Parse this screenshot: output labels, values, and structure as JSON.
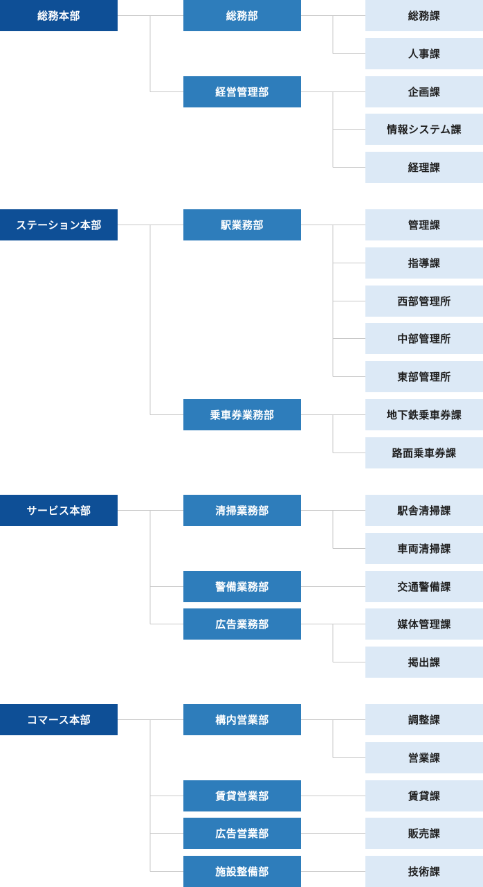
{
  "org": [
    {
      "name": "総務本部",
      "departments": [
        {
          "name": "総務部",
          "sections": [
            "総務課",
            "人事課"
          ]
        },
        {
          "name": "経営管理部",
          "sections": [
            "企画課",
            "情報システム課",
            "経理課"
          ]
        }
      ]
    },
    {
      "name": "ステーション本部",
      "departments": [
        {
          "name": "駅業務部",
          "sections": [
            "管理課",
            "指導課",
            "西部管理所",
            "中部管理所",
            "東部管理所"
          ]
        },
        {
          "name": "乗車券業務部",
          "sections": [
            "地下鉄乗車券課",
            "路面乗車券課"
          ]
        }
      ]
    },
    {
      "name": "サービス本部",
      "departments": [
        {
          "name": "清掃業務部",
          "sections": [
            "駅舎清掃課",
            "車両清掃課"
          ]
        },
        {
          "name": "警備業務部",
          "sections": [
            "交通警備課"
          ]
        },
        {
          "name": "広告業務部",
          "sections": [
            "媒体管理課",
            "掲出課"
          ]
        }
      ]
    },
    {
      "name": "コマース本部",
      "departments": [
        {
          "name": "構内営業部",
          "sections": [
            "調整課",
            "営業課"
          ]
        },
        {
          "name": "賃貸営業部",
          "sections": [
            "賃貸課"
          ]
        },
        {
          "name": "広告営業部",
          "sections": [
            "販売課"
          ]
        },
        {
          "name": "施設整備部",
          "sections": [
            "技術課"
          ]
        }
      ]
    }
  ],
  "colors": {
    "hq": "#0e4f96",
    "department": "#2e7dbb",
    "section": "#dce9f6",
    "connector": "#c8c8c8"
  }
}
